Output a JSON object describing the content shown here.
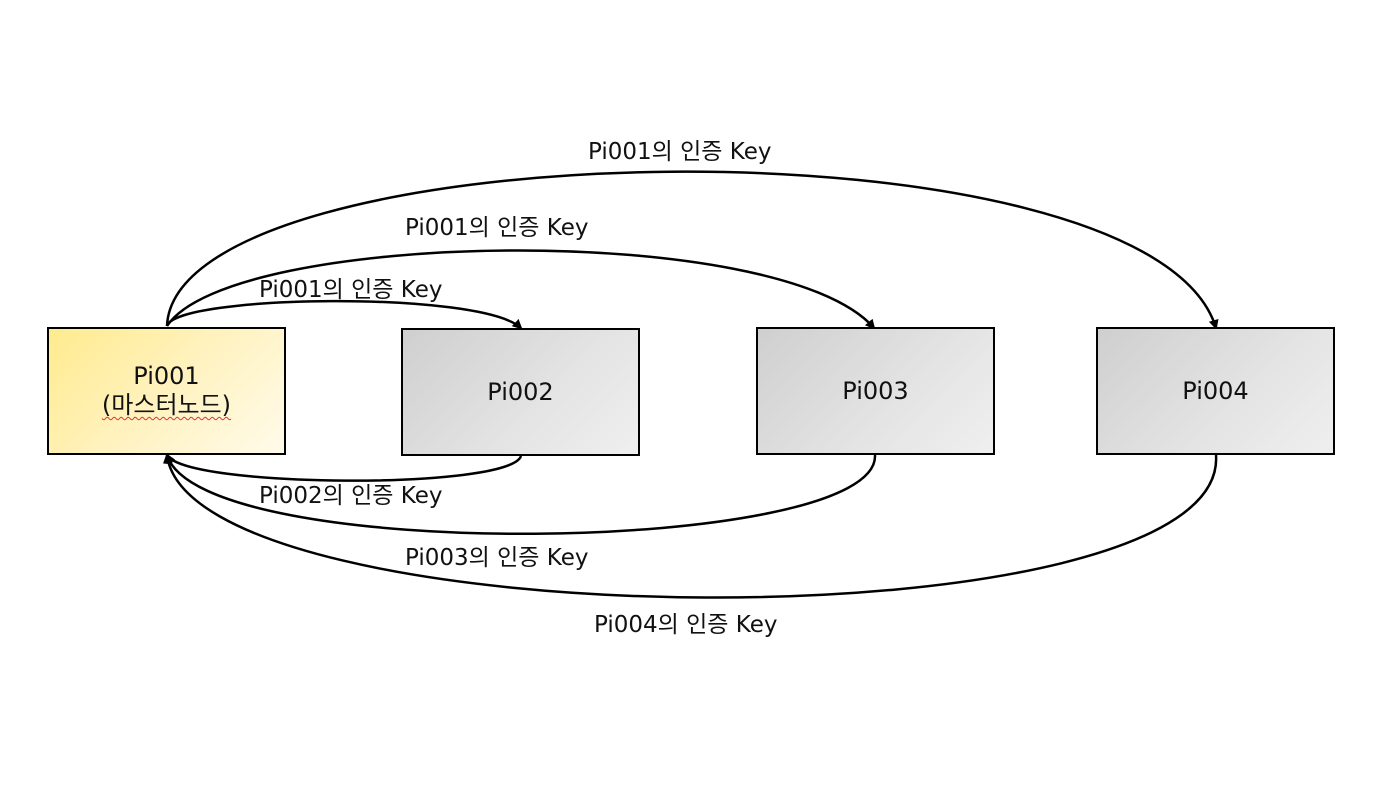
{
  "nodes": [
    {
      "id": "pi001",
      "label": "Pi001",
      "sublabel": "(마스터노드)",
      "role": "master",
      "fill": "#ffeb8e"
    },
    {
      "id": "pi002",
      "label": "Pi002",
      "role": "slave",
      "fill": "#dcdcdc"
    },
    {
      "id": "pi003",
      "label": "Pi003",
      "role": "slave",
      "fill": "#dcdcdc"
    },
    {
      "id": "pi004",
      "label": "Pi004",
      "role": "slave",
      "fill": "#dcdcdc"
    }
  ],
  "edges": [
    {
      "from": "pi001",
      "to": "pi002",
      "label": "Pi001의 인증 Key"
    },
    {
      "from": "pi001",
      "to": "pi003",
      "label": "Pi001의 인증 Key"
    },
    {
      "from": "pi001",
      "to": "pi004",
      "label": "Pi001의 인증 Key"
    },
    {
      "from": "pi002",
      "to": "pi001",
      "label": "Pi002의 인증 Key"
    },
    {
      "from": "pi003",
      "to": "pi001",
      "label": "Pi003의 인증 Key"
    },
    {
      "from": "pi004",
      "to": "pi001",
      "label": "Pi004의 인증 Key"
    }
  ],
  "colors": {
    "stroke": "#000000",
    "master_fill": "#ffeb8e",
    "slave_fill": "#dcdcdc"
  }
}
